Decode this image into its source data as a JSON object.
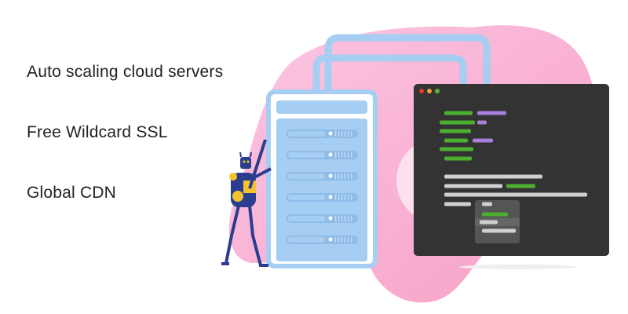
{
  "features": [
    {
      "label": "Auto scaling cloud servers"
    },
    {
      "label": "Free Wildcard SSL"
    },
    {
      "label": "Global CDN"
    }
  ],
  "colors": {
    "blob": "#f9a8cf",
    "server": "#a6cdf2",
    "terminal": "#333333",
    "code_green": "#4caf2f",
    "code_purple": "#a77ed9",
    "code_gray": "#d0d0d0"
  },
  "icons": [
    "cloud-server-icon",
    "terminal-window-icon",
    "robot-illustration"
  ]
}
